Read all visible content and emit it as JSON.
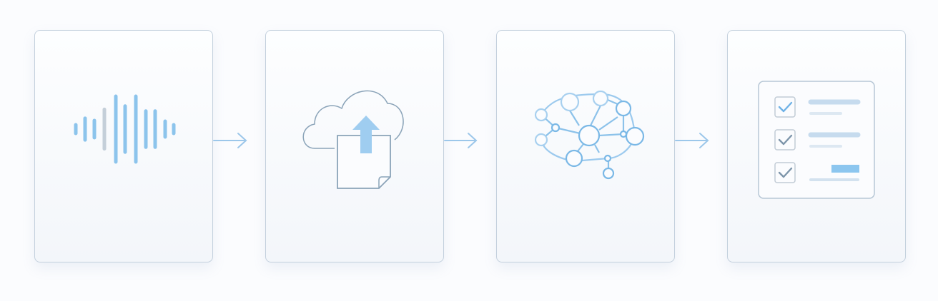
{
  "steps": [
    {
      "icon": "audio-waveform-icon"
    },
    {
      "icon": "cloud-upload-document-icon"
    },
    {
      "icon": "neural-network-brain-icon"
    },
    {
      "icon": "checklist-icon"
    }
  ],
  "colors": {
    "accent": "#7fbbe8",
    "outline": "#8aa3b8",
    "card_border": "#c3d0dd"
  },
  "waveform_levels": [
    0.13,
    0.33,
    0.26,
    0.6,
    1.0,
    0.7,
    1.0,
    0.55,
    0.55,
    0.24,
    0.13
  ]
}
